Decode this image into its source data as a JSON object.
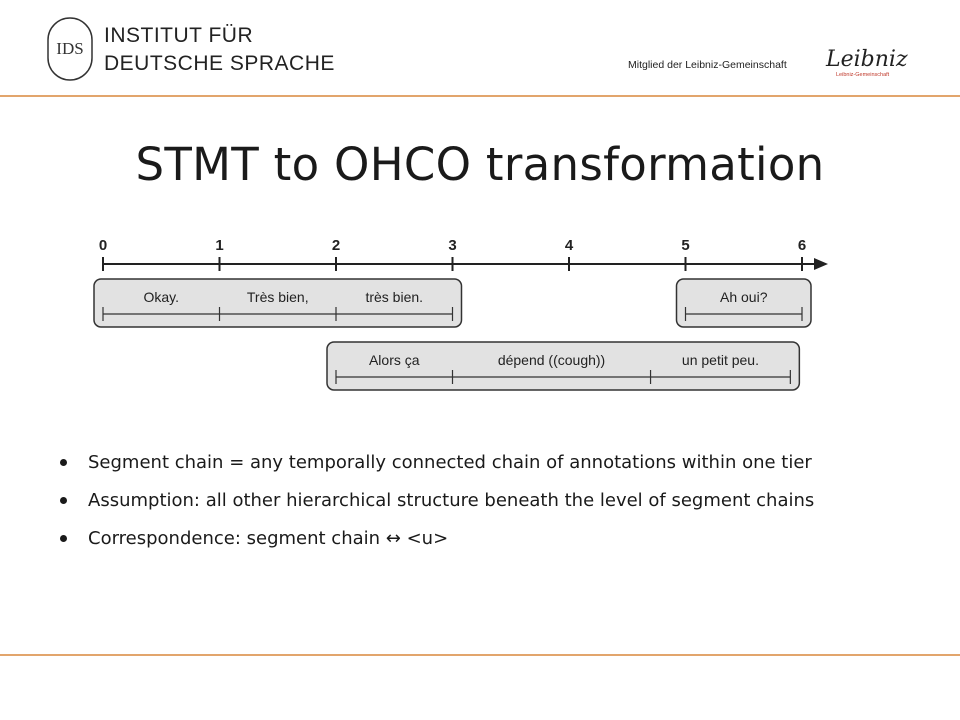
{
  "header": {
    "institute_line1": "INSTITUT FÜR",
    "institute_line2": "DEUTSCHE SPRACHE",
    "seal_letters": "IDS",
    "member_text": "Mitglied der Leibniz-Gemeinschaft",
    "leibniz_logo": "Leibniz",
    "leibniz_logo_sub": "Leibniz-Gemeinschaft",
    "accent_color": "#e2a56c"
  },
  "title": "STMT to OHCO transformation",
  "timeline": {
    "ticks": [
      "0",
      "1",
      "2",
      "3",
      "4",
      "5",
      "6"
    ],
    "chains": [
      {
        "segments": [
          {
            "label": "Okay.",
            "start": 0,
            "end": 1
          },
          {
            "label": "Très bien,",
            "start": 1,
            "end": 2
          },
          {
            "label": "très bien.",
            "start": 2,
            "end": 3
          }
        ]
      },
      {
        "segments": [
          {
            "label": "Ah oui?",
            "start": 5,
            "end": 6
          }
        ]
      },
      {
        "segments": [
          {
            "label": "Alors ça",
            "start": 2,
            "end": 3
          },
          {
            "label": "dépend ((cough))",
            "start": 3,
            "end": 4.7
          },
          {
            "label": "un petit peu.",
            "start": 4.7,
            "end": 5.9
          }
        ]
      }
    ]
  },
  "bullets": [
    "Segment chain = any temporally connected chain of annotations within one tier",
    "Assumption: all other hierarchical structure beneath the level of segment chains",
    "Correspondence: segment chain ↔ <u>"
  ]
}
